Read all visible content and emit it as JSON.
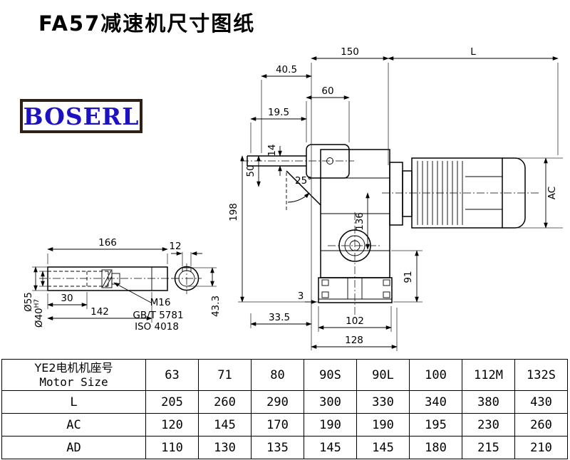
{
  "page": {
    "title": "FA57减速机尺寸图纸",
    "brand": "BOSERL"
  },
  "drawing": {
    "main_view": {
      "d150": "150",
      "dL": "L",
      "d40_5": "40.5",
      "d60": "60",
      "d19_5": "19.5",
      "d50": "50",
      "d14": "14",
      "angle": "25°",
      "d198": "198",
      "d136": "136",
      "dAC": "AC",
      "d91": "91",
      "d3": "3",
      "d33_5": "33.5",
      "d102": "102",
      "d128": "128"
    },
    "shaft_view": {
      "d166": "166",
      "d12": "12",
      "d30": "30",
      "d142": "142",
      "dia55": "Ø55",
      "dia40_base": "Ø40",
      "dia40_sup": "H7",
      "m16": "M16",
      "gb": "GB/T 5781",
      "iso": "ISO 4018",
      "d43_3": "43.3"
    }
  },
  "table": {
    "header": {
      "line1": "YE2电机机座号",
      "line2": "Motor Size",
      "sizes": [
        "63",
        "71",
        "80",
        "90S",
        "90L",
        "100",
        "112M",
        "132S"
      ]
    },
    "rows": [
      {
        "label": "L",
        "values": [
          "205",
          "260",
          "290",
          "300",
          "330",
          "340",
          "380",
          "430"
        ]
      },
      {
        "label": "AC",
        "values": [
          "120",
          "145",
          "170",
          "190",
          "190",
          "195",
          "230",
          "260"
        ]
      },
      {
        "label": "AD",
        "values": [
          "110",
          "130",
          "135",
          "145",
          "145",
          "180",
          "215",
          "210"
        ]
      }
    ]
  }
}
